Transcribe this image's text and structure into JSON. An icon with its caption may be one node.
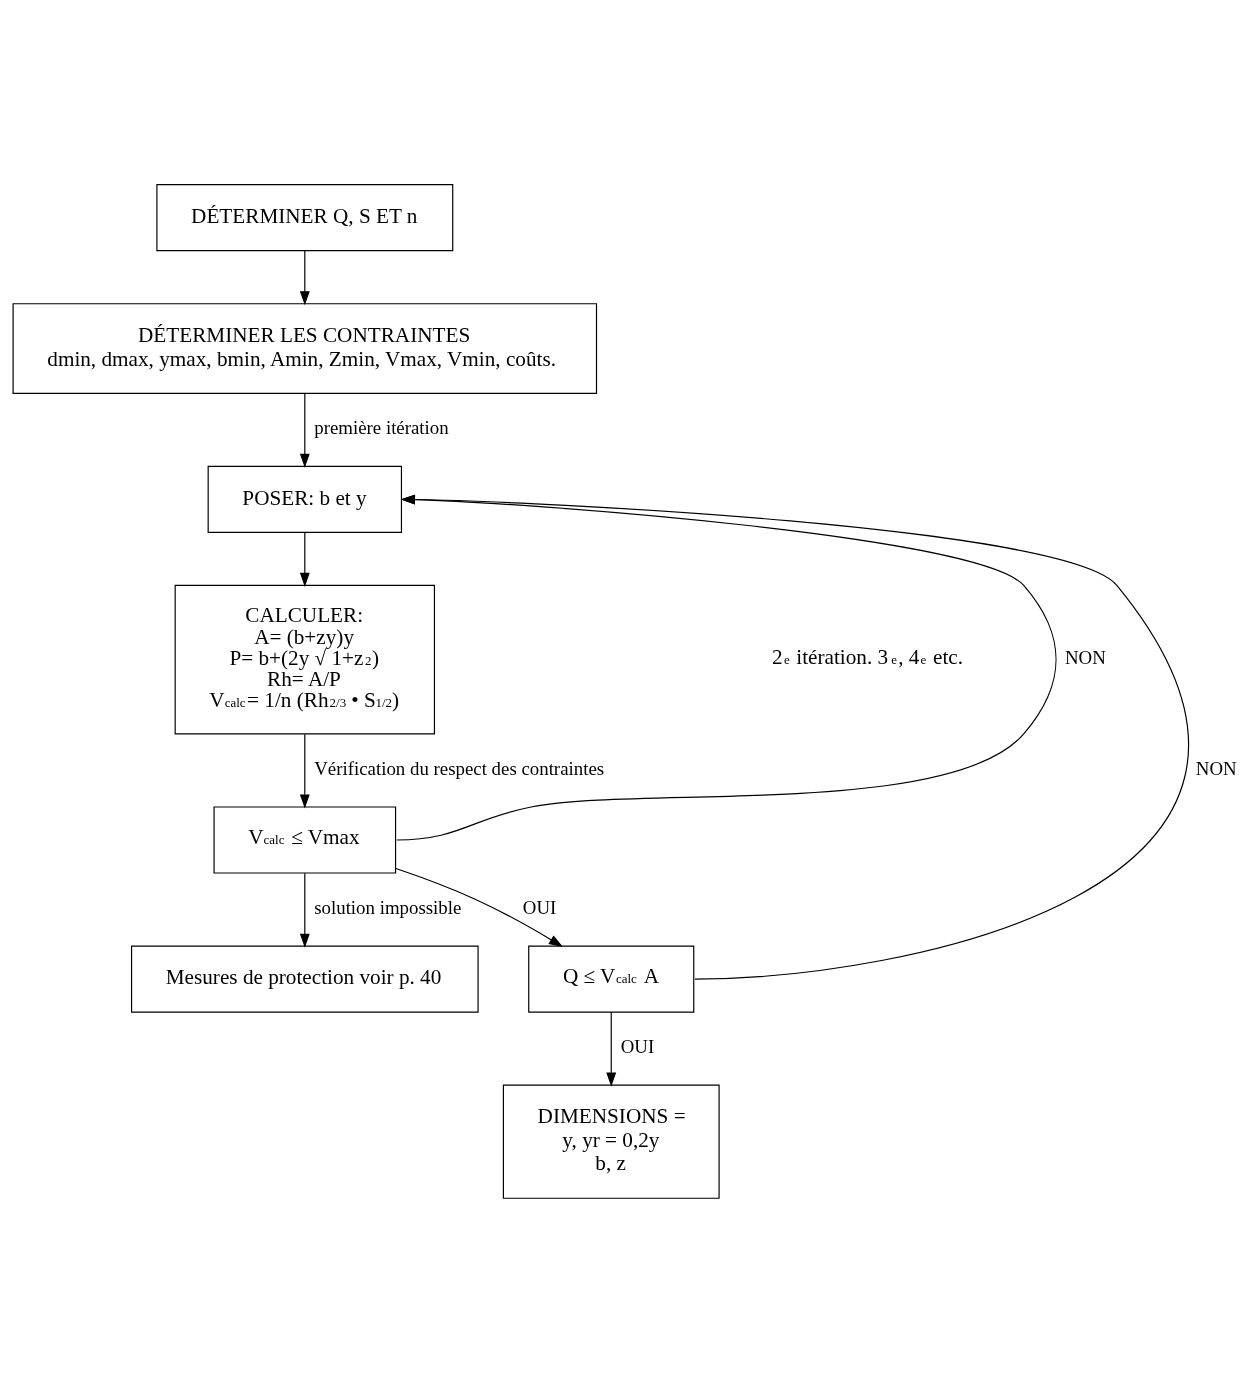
{
  "diagram": {
    "nodes": [
      {
        "text": [
          "DÉTERMINER Q, S ET n"
        ]
      },
      {
        "text": [
          "DÉTERMINER LES CONTRAINTES",
          "dmin, dmax, ymax, bmin, Amin, Zmin, Vmax, Vmin, coûts."
        ]
      },
      {
        "text": [
          "POSER: b et y"
        ]
      },
      {
        "text": [
          "CALCULER:",
          "A= (b+zy)y",
          "P= b+(2y √ 1+z$^{2}$)",
          "Rh= A/P",
          "V$_{calc}$= 1/n (Rh$^{2/3}$ • S$^{1/2}$)"
        ]
      },
      {
        "text": [
          "V$_{calc}$ ≤ Vmax"
        ]
      },
      {
        "text": [
          "Mesures de protection voir p. 40"
        ]
      },
      {
        "text": [
          "Q ≤ V$_{calc}$ A"
        ]
      },
      {
        "text": [
          "DIMENSIONS =",
          "y, yr = 0,2y",
          "b, z"
        ]
      }
    ],
    "edges": [
      {
        "from": 0,
        "to": 1,
        "arrow": "to"
      },
      {
        "from": 1,
        "to": 2,
        "arrow": "to",
        "label": "première itération"
      },
      {
        "from": 2,
        "to": 3,
        "arrow": "to"
      },
      {
        "from": 3,
        "to": 4,
        "arrow": "to",
        "label": "Vérification du respect des contraintes"
      },
      {
        "from": 4,
        "to": 5,
        "arrow": "to",
        "label": "solution impossible"
      },
      {
        "from": 4,
        "to": 6,
        "arrow": "to",
        "label": "OUI"
      },
      {
        "from": 4,
        "to": 2,
        "arrow": "to",
        "label": "NON"
      },
      {
        "from": 6,
        "to": 2,
        "arrow": "to",
        "label": "NON"
      },
      {
        "from": 6,
        "to": 7,
        "arrow": "to",
        "label": "OUI"
      }
    ],
    "labels": [
      "2$^{e}$ itération. 3$^{e}$, 4$^{e}$ etc."
    ]
  }
}
